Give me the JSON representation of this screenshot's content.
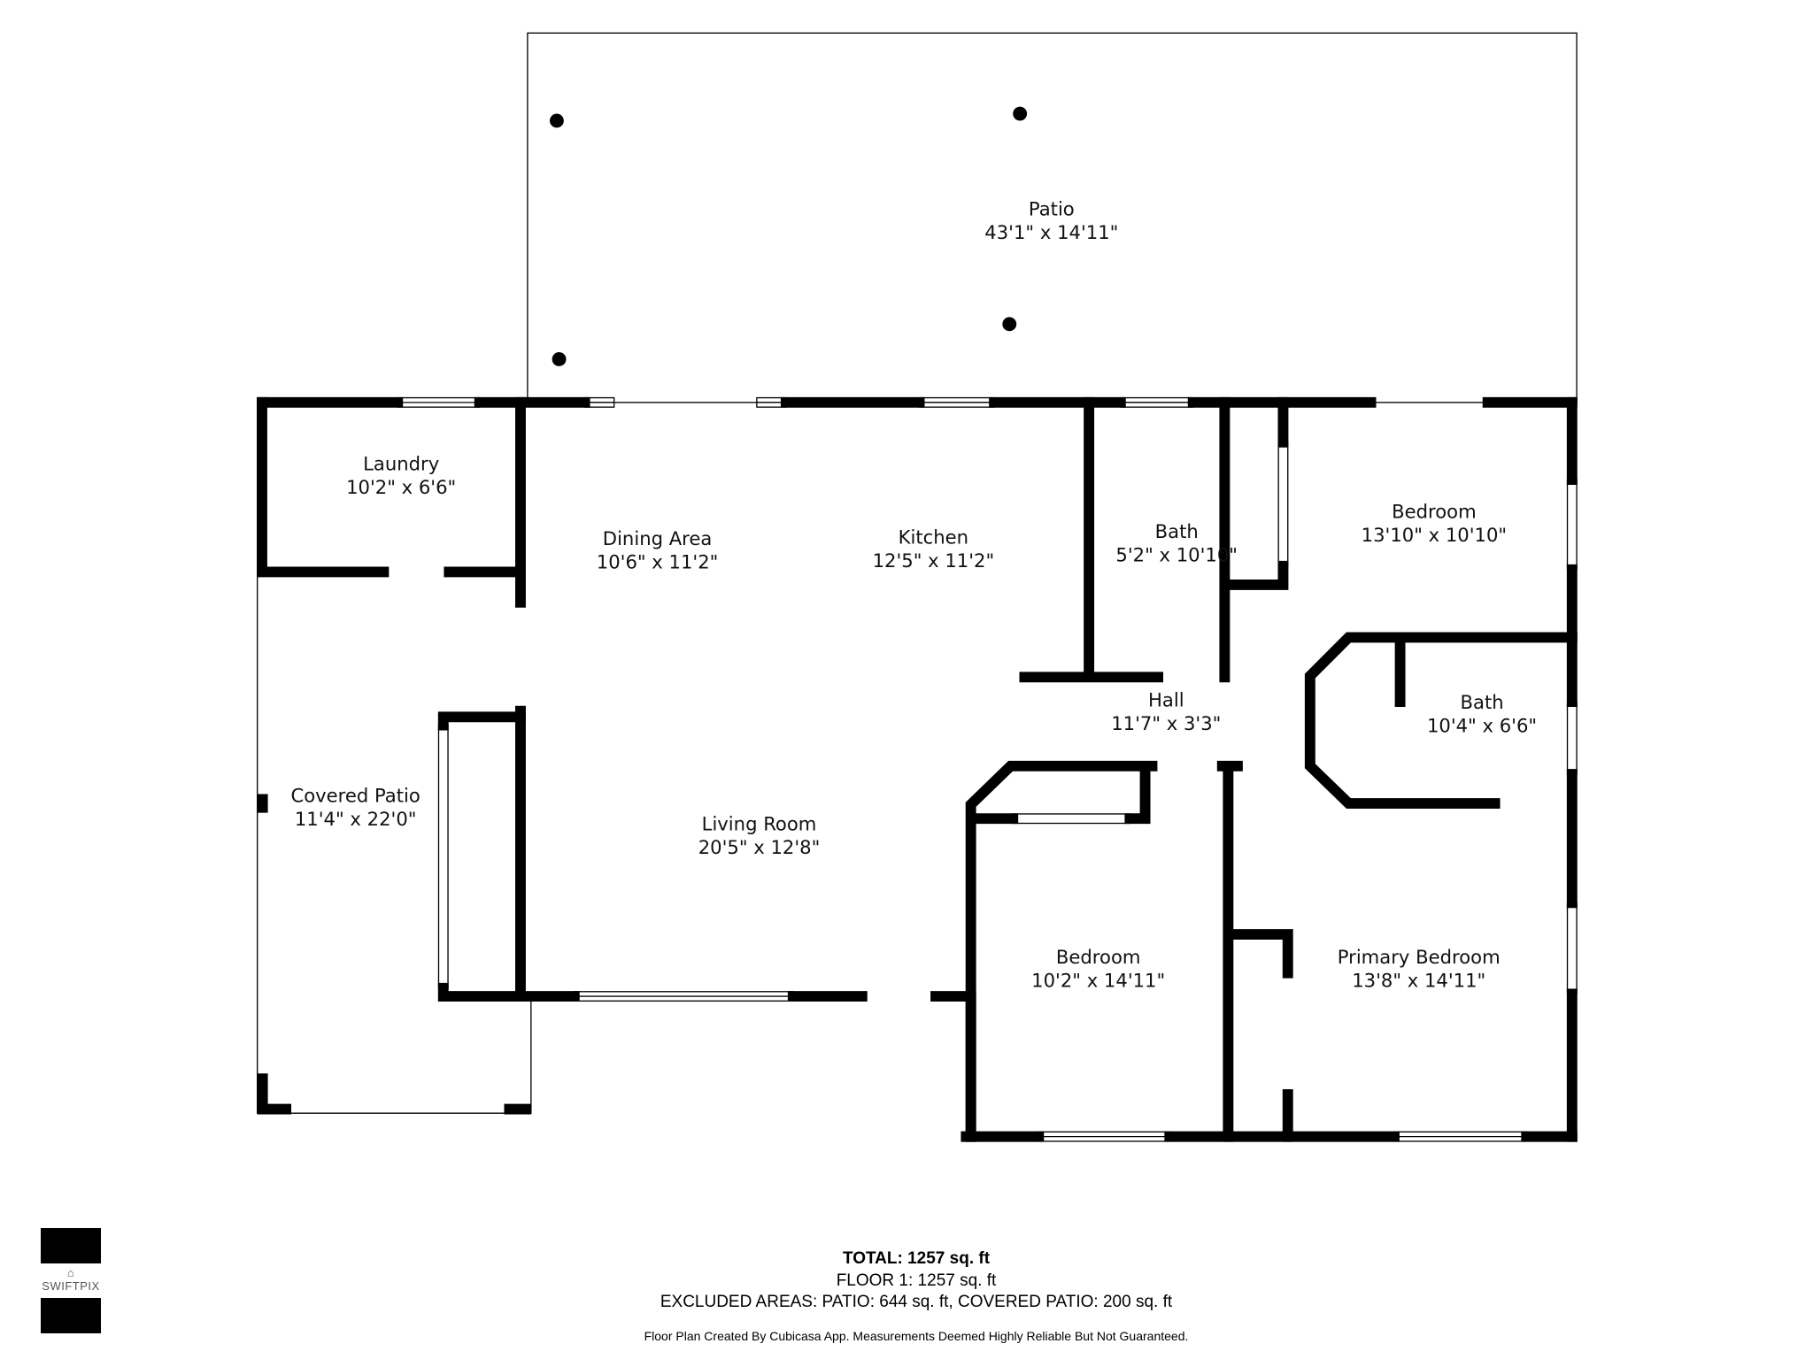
{
  "rooms": [
    {
      "name": "Patio",
      "dims": "43'1\" x 14'11\""
    },
    {
      "name": "Laundry",
      "dims": "10'2\" x 6'6\""
    },
    {
      "name": "Dining Area",
      "dims": "10'6\" x 11'2\""
    },
    {
      "name": "Kitchen",
      "dims": "12'5\" x 11'2\""
    },
    {
      "name": "Bath",
      "dims": "5'2\" x 10'10\""
    },
    {
      "name": "Bedroom",
      "dims": "13'10\" x 10'10\""
    },
    {
      "name": "Hall",
      "dims": "11'7\" x 3'3\""
    },
    {
      "name": "Bath",
      "dims": "10'4\" x 6'6\""
    },
    {
      "name": "Covered Patio",
      "dims": "11'4\" x 22'0\""
    },
    {
      "name": "Living Room",
      "dims": "20'5\" x 12'8\""
    },
    {
      "name": "Bedroom",
      "dims": "10'2\" x 14'11\""
    },
    {
      "name": "Primary Bedroom",
      "dims": "13'8\" x 14'11\""
    }
  ],
  "summary": {
    "total": "TOTAL: 1257 sq. ft",
    "floor": "FLOOR 1: 1257 sq. ft",
    "excluded": "EXCLUDED AREAS: PATIO: 644 sq. ft, COVERED PATIO: 200 sq. ft",
    "disclaimer": "Floor Plan Created By Cubicasa App. Measurements Deemed Highly Reliable But Not Guaranteed."
  },
  "logo": {
    "text": "SWIFTPIX"
  }
}
